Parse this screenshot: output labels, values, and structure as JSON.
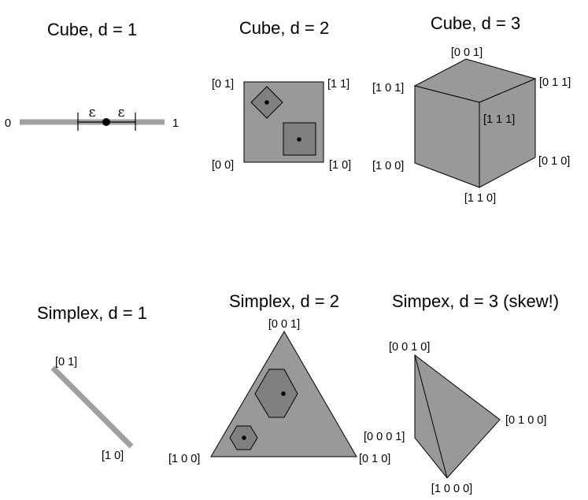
{
  "colors": {
    "shape_fill": "#999999",
    "inner_fill": "#808080",
    "line_gray": "#a0a0a0",
    "stroke": "#000000"
  },
  "panels": {
    "cube_d1": {
      "title": "Cube, d = 1",
      "label_left": "0",
      "label_right": "1",
      "epsilon_left": "ε",
      "epsilon_right": "ε"
    },
    "cube_d2": {
      "title": "Cube, d = 2",
      "corner_top_left": "[0 1]",
      "corner_top_right": "[1 1]",
      "corner_bottom_left": "[0 0]",
      "corner_bottom_right": "[1 0]"
    },
    "cube_d3": {
      "title": "Cube, d = 3",
      "v_top": "[0 0 1]",
      "v_upper_left": "[1 0 1]",
      "v_upper_right": "[0 1 1]",
      "v_center": "[1 1 1]",
      "v_lower_left": "[1 0 0]",
      "v_lower_right": "[0 1 0]",
      "v_bottom": "[1 1 0]"
    },
    "simplex_d1": {
      "title": "Simplex, d = 1",
      "end_top": "[0 1]",
      "end_bottom": "[1 0]"
    },
    "simplex_d2": {
      "title": "Simplex, d = 2",
      "v_top": "[0 0 1]",
      "v_left": "[1 0 0]",
      "v_right": "[0 1 0]"
    },
    "simplex_d3": {
      "title": "Simpex, d = 3 (skew!)",
      "v_top": "[0 0 1 0]",
      "v_left": "[0 0 0 1]",
      "v_right": "[0 1 0 0]",
      "v_bottom": "[1 0 0 0]"
    }
  }
}
